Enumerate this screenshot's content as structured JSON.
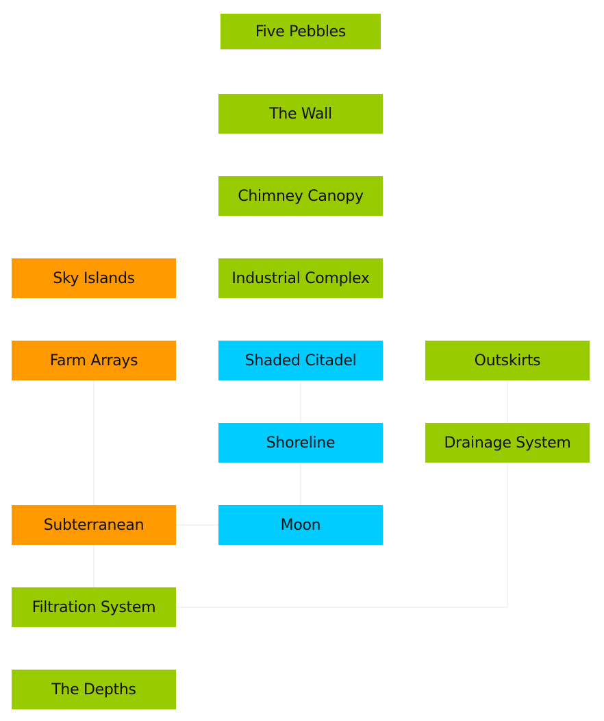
{
  "colors": {
    "green": "#99CC00",
    "orange": "#FF9900",
    "cyan": "#00CCFF",
    "edge": "#f0f0f0"
  },
  "nodes": [
    {
      "id": "five-pebbles",
      "label": "Five Pebbles",
      "color": "green"
    },
    {
      "id": "the-wall",
      "label": "The Wall",
      "color": "green"
    },
    {
      "id": "chimney-canopy",
      "label": "Chimney Canopy",
      "color": "green"
    },
    {
      "id": "sky-islands",
      "label": "Sky Islands",
      "color": "orange"
    },
    {
      "id": "industrial-complex",
      "label": "Industrial Complex",
      "color": "green"
    },
    {
      "id": "farm-arrays",
      "label": "Farm Arrays",
      "color": "orange"
    },
    {
      "id": "shaded-citadel",
      "label": "Shaded Citadel",
      "color": "cyan"
    },
    {
      "id": "outskirts",
      "label": "Outskirts",
      "color": "green"
    },
    {
      "id": "shoreline",
      "label": "Shoreline",
      "color": "cyan"
    },
    {
      "id": "drainage-system",
      "label": "Drainage System",
      "color": "green"
    },
    {
      "id": "subterranean",
      "label": "Subterranean",
      "color": "orange"
    },
    {
      "id": "moon",
      "label": "Moon",
      "color": "cyan"
    },
    {
      "id": "filtration-system",
      "label": "Filtration System",
      "color": "green"
    },
    {
      "id": "the-depths",
      "label": "The Depths",
      "color": "green"
    }
  ],
  "edges": [
    {
      "from": "farm-arrays",
      "to": "subterranean"
    },
    {
      "from": "shaded-citadel",
      "to": "shoreline"
    },
    {
      "from": "shoreline",
      "to": "moon"
    },
    {
      "from": "outskirts",
      "to": "drainage-system"
    },
    {
      "from": "moon",
      "to": "shoreline"
    },
    {
      "from": "subterranean",
      "to": "filtration-system"
    },
    {
      "from": "drainage-system",
      "to": "filtration-system"
    },
    {
      "from": "shoreline",
      "to": "subterranean"
    }
  ]
}
